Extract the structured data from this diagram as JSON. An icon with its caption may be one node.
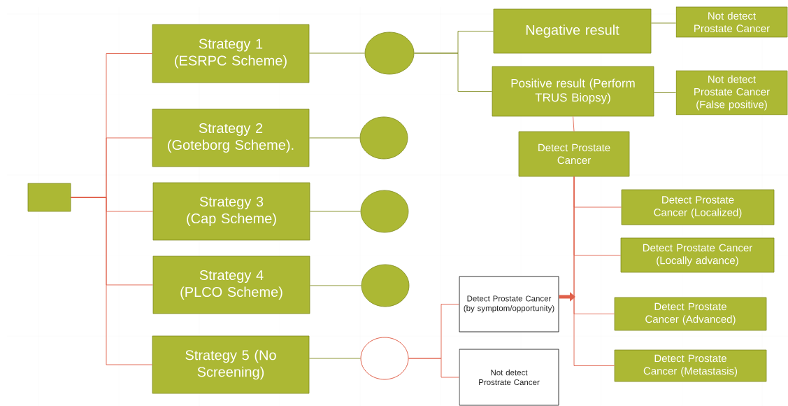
{
  "diagram": {
    "nodes": [
      {
        "text": [],
        "shape": "box"
      },
      {
        "text": [
          "Strategy 1 (ESRPC Scheme)"
        ]
      },
      {
        "text": [
          "Strategy 2 (Goteborg Scheme)."
        ]
      },
      {
        "text": [
          "Strategy 3 (Cap Scheme)"
        ]
      },
      {
        "text": [
          "Strategy 4 (PLCO Scheme)"
        ]
      },
      {
        "text": [
          "Strategy 5 (No Screening)"
        ]
      },
      {
        "text": [],
        "shape": "circle"
      },
      {
        "text": [],
        "shape": "circle"
      },
      {
        "text": [],
        "shape": "circle"
      },
      {
        "text": [],
        "shape": "circle"
      },
      {
        "text": [],
        "shape": "circle"
      },
      {
        "text": [
          "Negative result"
        ]
      },
      {
        "text": [
          "Not detect Prostate Cancer"
        ]
      },
      {
        "text": [
          "Positive result (Perform TRUS Biopsy)"
        ]
      },
      {
        "text": [
          "Not detect Prostate Cancer (False positive)"
        ]
      },
      {
        "text": [
          "Detect Prostate Cancer"
        ]
      },
      {
        "text": [
          "Detect Prostate Cancer (Localized)"
        ]
      },
      {
        "text": [
          "Detect Prostate Cancer (Locally advance)"
        ]
      },
      {
        "text": [
          "Detect Prostate Cancer (Advanced)"
        ]
      },
      {
        "text": [
          "Detect Prostate Cancer (Metastasis)"
        ]
      },
      {
        "text": [
          "Detect Prostate Cancer (by symptom/opportunity)"
        ]
      },
      {
        "text": [
          "Not detect Prostrate Cancer"
        ]
      }
    ],
    "edges": [
      {
        "from": 0,
        "to": 1,
        "arrow": "none"
      },
      {
        "from": 0,
        "to": 2,
        "arrow": "none"
      },
      {
        "from": 0,
        "to": 3,
        "arrow": "none"
      },
      {
        "from": 0,
        "to": 4,
        "arrow": "none"
      },
      {
        "from": 0,
        "to": 5,
        "arrow": "none"
      },
      {
        "from": 1,
        "to": 6,
        "arrow": "none",
        "color": "#7f8a1e"
      },
      {
        "from": 2,
        "to": 7,
        "arrow": "none",
        "color": "#7f8a1e"
      },
      {
        "from": 3,
        "to": 8,
        "arrow": "none",
        "color": "#7f8a1e"
      },
      {
        "from": 4,
        "to": 9,
        "arrow": "none",
        "color": "#7f8a1e"
      },
      {
        "from": 5,
        "to": 10,
        "arrow": "none",
        "color": "#7f8a1e"
      },
      {
        "from": 6,
        "to": 11,
        "arrow": "none",
        "color": "#7f8a1e"
      },
      {
        "from": 6,
        "to": 13,
        "arrow": "none",
        "color": "#7f8a1e"
      },
      {
        "from": 11,
        "to": 12,
        "arrow": "none",
        "color": "#7f8a1e"
      },
      {
        "from": 13,
        "to": 14,
        "arrow": "none",
        "color": "#7f8a1e"
      },
      {
        "from": 13,
        "to": 15,
        "arrow": "none"
      },
      {
        "from": 15,
        "to": 16,
        "arrow": "none"
      },
      {
        "from": 15,
        "to": 17,
        "arrow": "none"
      },
      {
        "from": 15,
        "to": 18,
        "arrow": "none"
      },
      {
        "from": 15,
        "to": 19,
        "arrow": "none"
      },
      {
        "from": 10,
        "to": 20,
        "arrow": "none"
      },
      {
        "from": 10,
        "to": 21,
        "arrow": "none"
      },
      {
        "from": 20,
        "to": null,
        "arrow": "to",
        "style": "thick"
      }
    ]
  }
}
